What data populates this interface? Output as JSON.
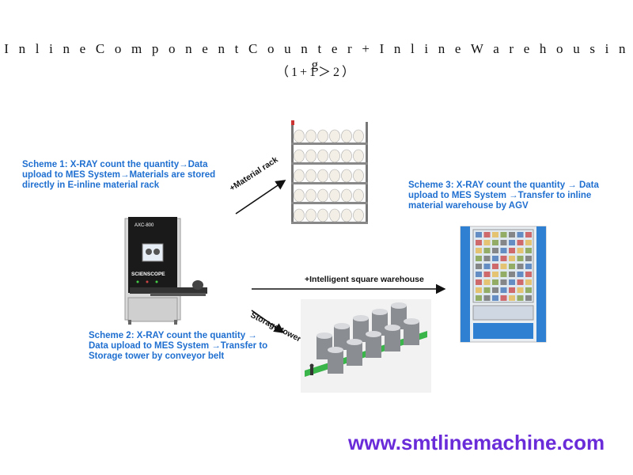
{
  "title": "I n l i n e C o m p o n e n t C o u n t e r + I n l i n e W a r e h o u s i n g",
  "subtitle": "（1+1＞2）",
  "schemes": [
    {
      "text": "Scheme 1:  X-RAY count the quantity→Data upload to MES System→Materials are stored directly in E-inline material rack"
    },
    {
      "text": "Scheme  2:  X-RAY count the quantity → Data upload to MES System →Transfer to Storage tower by conveyor belt"
    },
    {
      "text": "Scheme  3:  X-RAY count the quantity → Data upload to MES System →Transfer to inline material warehouse by AGV"
    }
  ],
  "arrows": [
    {
      "label": "+Material rack"
    },
    {
      "label": "+Intelligent square warehouse"
    },
    {
      "label": "Storage tower"
    }
  ],
  "machine": {
    "brand": "SCIENSCOPE",
    "model": "AXC-800"
  },
  "url": "www.smtlinemachine.com",
  "colors": {
    "scheme_text": "#1f6fd0",
    "url_text": "#6a2bd9",
    "title_text": "#111111"
  }
}
